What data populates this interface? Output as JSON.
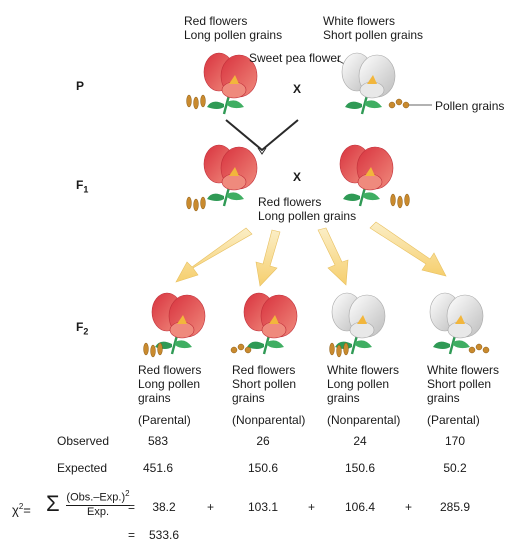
{
  "parents": {
    "red": {
      "line1": "Red flowers",
      "line2": "Long pollen grains"
    },
    "white": {
      "line1": "White flowers",
      "line2": "Short pollen grains"
    }
  },
  "labels": {
    "sweet_pea": "Sweet pea flower",
    "pollen": "Pollen grains",
    "cross_symbol": "X"
  },
  "generations": {
    "p": "P",
    "f1_letter": "F",
    "f1_sub": "1",
    "f2_letter": "F",
    "f2_sub": "2"
  },
  "f1": {
    "line1": "Red flowers",
    "line2": "Long pollen grains"
  },
  "f2_phenotypes": [
    {
      "line1": "Red flowers",
      "line2": "Long pollen",
      "line3": "grains",
      "type": "(Parental)",
      "color": "red",
      "pollen": "long"
    },
    {
      "line1": "Red flowers",
      "line2": "Short pollen",
      "line3": "grains",
      "type": "(Nonparental)",
      "color": "red",
      "pollen": "short"
    },
    {
      "line1": "White flowers",
      "line2": "Long pollen",
      "line3": "grains",
      "type": "(Nonparental)",
      "color": "white",
      "pollen": "long"
    },
    {
      "line1": "White flowers",
      "line2": "Short pollen",
      "line3": "grains",
      "type": "(Parental)",
      "color": "white",
      "pollen": "short"
    }
  ],
  "rows": {
    "observed_label": "Observed",
    "expected_label": "Expected",
    "observed": [
      "583",
      "26",
      "24",
      "170"
    ],
    "expected": [
      "451.6",
      "150.6",
      "150.6",
      "50.2"
    ]
  },
  "chi": {
    "lhs": "χ",
    "lhs_exp": "2",
    "eq": "=",
    "sigma": "Σ",
    "numerator": "(Obs.–Exp.)",
    "num_exp": "2",
    "denominator": "Exp.",
    "terms": [
      "38.2",
      "103.1",
      "106.4",
      "285.9"
    ],
    "plus": "+",
    "total": "533.6"
  },
  "colors": {
    "red_petal": "#e0474f",
    "red_petal_light": "#ef8a7d",
    "white_petal": "#e8e8e8",
    "white_shade": "#b8b8b8",
    "leaf": "#2f9a55",
    "pollen": "#c98a2e",
    "arrow": "#f5d78a"
  }
}
